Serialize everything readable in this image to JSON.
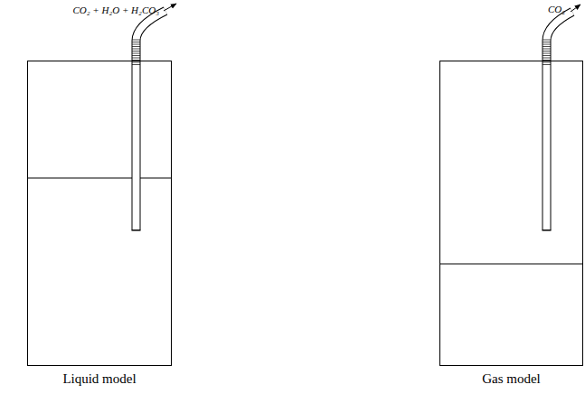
{
  "diagram": {
    "nodes": [
      {
        "text": [
          "Liquid model"
        ]
      },
      {
        "text": [
          "Gas model"
        ]
      }
    ],
    "labels": [
      "CO₂ + H₂O + H₂CO₃",
      "CO₂"
    ]
  }
}
